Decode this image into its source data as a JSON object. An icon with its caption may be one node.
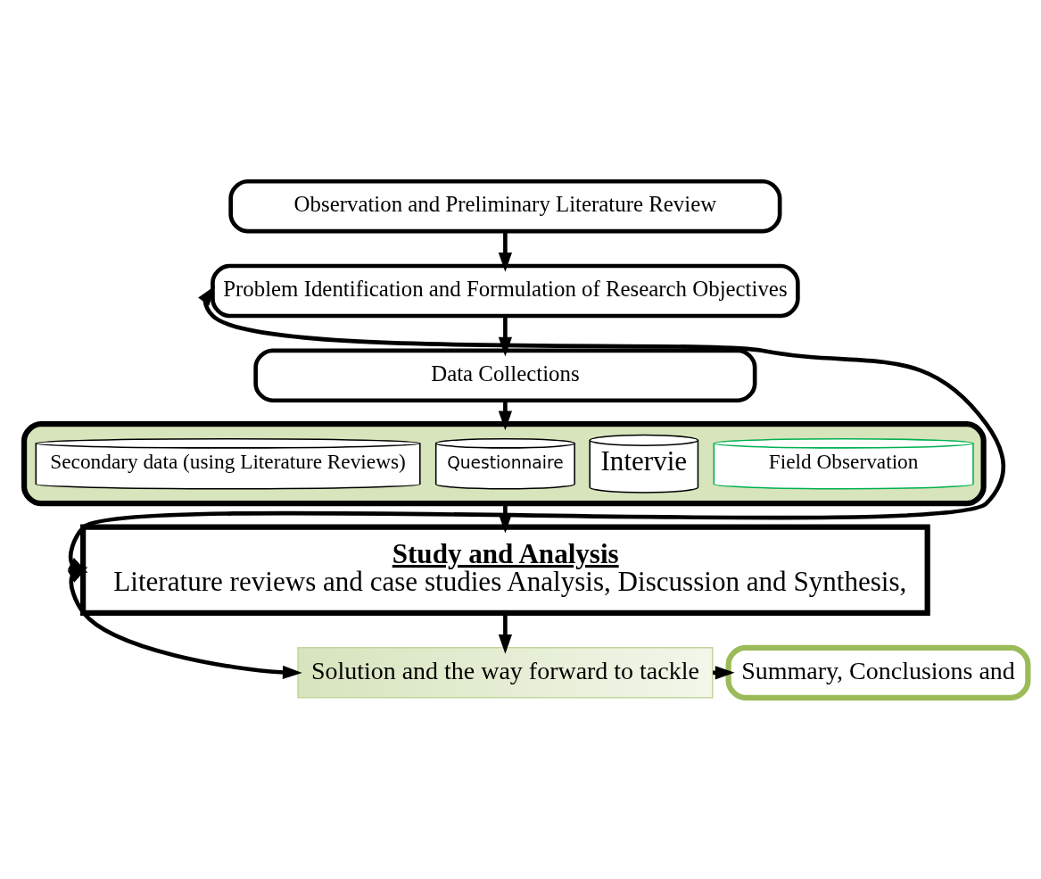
{
  "diagram": {
    "nodes": [
      {
        "text": [
          "Observation and Preliminary Literature Review"
        ]
      },
      {
        "text": [
          "Problem Identification and Formulation of Research Objectives"
        ]
      },
      {
        "text": [
          "Data Collections"
        ]
      },
      {
        "text": [],
        "shape": "cylinder"
      },
      {
        "text": [
          "Field Observation"
        ],
        "in": 3
      },
      {
        "text": [
          "Intervie"
        ],
        "in": 3
      },
      {
        "text": [
          "Questionnaire"
        ],
        "in": 3
      },
      {
        "text": [
          "Secondary data (using Literature Reviews)"
        ],
        "in": 3
      },
      {
        "text": [
          "Study and Analysis",
          "Literature reviews and case studies Analysis, Discussion and Synthesis,"
        ]
      },
      {
        "text": [
          "Solution and the way forward to tackle"
        ]
      },
      {
        "text": [
          "Summary, Conclusions and"
        ]
      }
    ],
    "edges": [
      {
        "from": 0,
        "to": 1,
        "arrow": "to"
      },
      {
        "from": 1,
        "to": 2,
        "arrow": "to"
      },
      {
        "from": 2,
        "to": 3,
        "arrow": "to"
      },
      {
        "from": 3,
        "to": 8,
        "arrow": "to"
      },
      {
        "from": 8,
        "to": 9,
        "arrow": "to"
      },
      {
        "from": 9,
        "to": 10,
        "arrow": "to"
      },
      {
        "from": 8,
        "to": 1,
        "arrow": "both"
      },
      {
        "from": 8,
        "to": 9,
        "arrow": "both"
      }
    ]
  }
}
